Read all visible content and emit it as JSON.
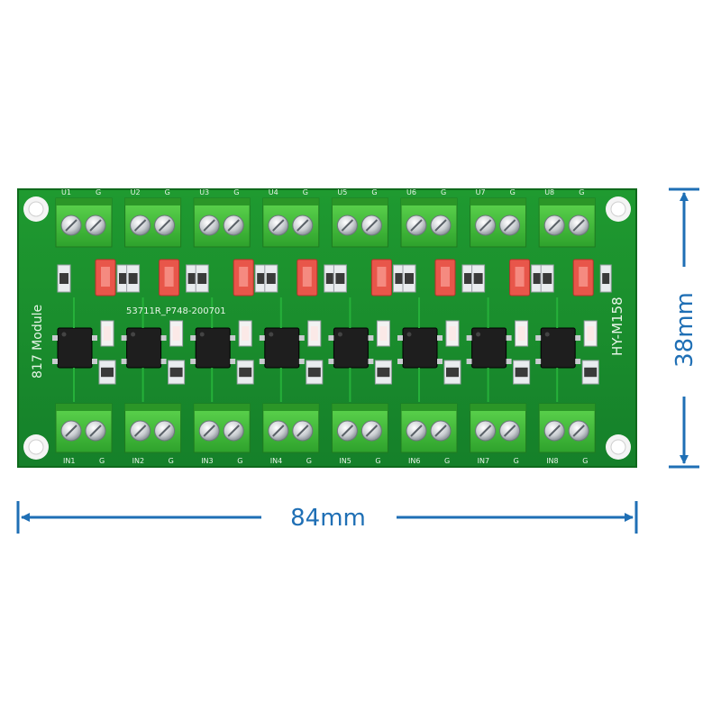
{
  "board": {
    "module_label": "817 Module",
    "model_label": "HY-M158",
    "pcb_code": "53711R_P748-200701",
    "top_labels": [
      "U1",
      "U2",
      "U3",
      "U4",
      "U5",
      "U6",
      "U7",
      "U8"
    ],
    "bottom_labels": [
      "IN1",
      "IN2",
      "IN3",
      "IN4",
      "IN5",
      "IN6",
      "IN7",
      "IN8"
    ],
    "ground_label": "G",
    "channel_count": 8
  },
  "dimensions": {
    "width_label": "84mm",
    "height_label": "38mm"
  },
  "colors": {
    "pcb": "#1a8a2a",
    "pcb_edge": "#0f6a1c",
    "terminal": "#3fbf3a",
    "jumper": "#e8564a",
    "chip": "#1e1e1e",
    "dimension": "#1f6fb5"
  }
}
